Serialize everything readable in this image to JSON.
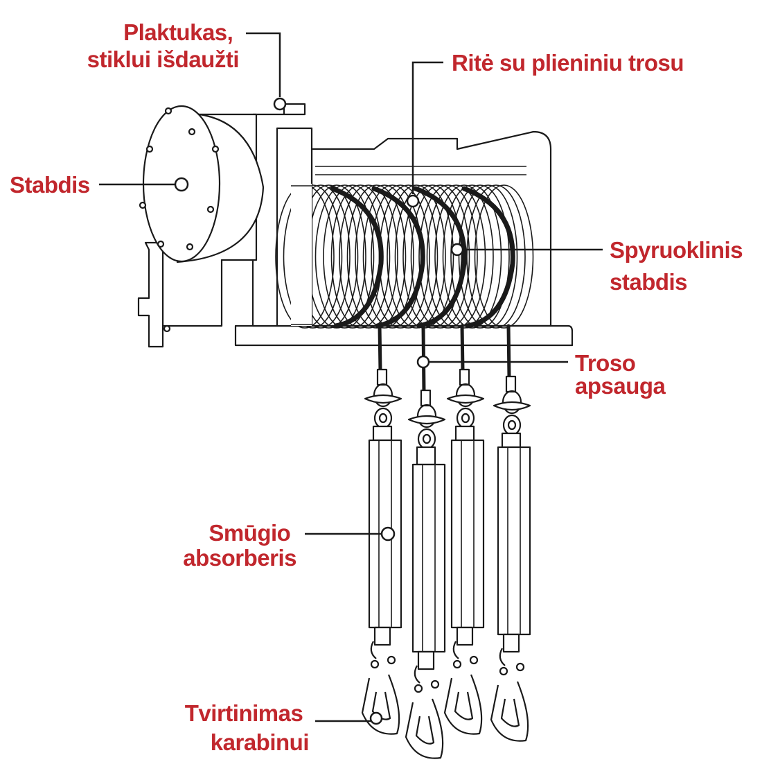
{
  "figure": {
    "subject": "Rope-based fall arrest device with four lanyards",
    "label_color": "#c1272d",
    "line_color": "#1a1a1a"
  },
  "labels": {
    "hammer": [
      "Plaktukas,",
      "stiklui išdaužti"
    ],
    "reel": [
      "Ritė su plieniniu trosu"
    ],
    "brake": [
      "Stabdis"
    ],
    "spring_brake": [
      "Spyruoklinis",
      "stabdis"
    ],
    "rope_guard": [
      "Troso",
      "apsauga"
    ],
    "shock_absorber": [
      "Smūgio",
      "absorberis"
    ],
    "carabiner_mount": [
      "Tvirtinimas",
      "karabinui"
    ]
  }
}
